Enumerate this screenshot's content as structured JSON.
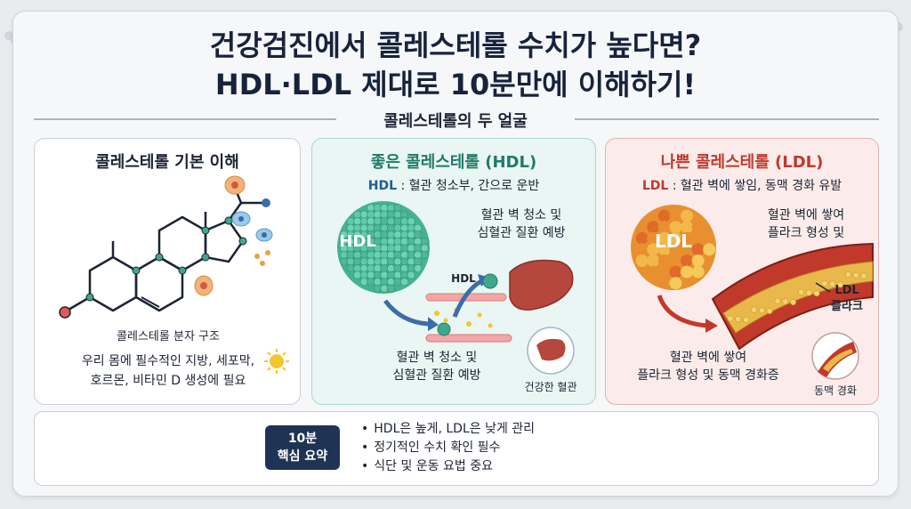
{
  "header": {
    "title_line1": "건강검진에서 콜레스테롤 수치가 높다면?",
    "title_line2": "HDL·LDL 제대로 10분만에 이해하기!",
    "subtitle": "콜레스테롤의 두 얼굴"
  },
  "cards": [
    {
      "title": "콜레스테롤 기본 이해",
      "caption": "콜레스테롤 분자 구조",
      "desc_line1": "우리 몸에 필수적인 지방, 세포막,",
      "desc_line2": "호르몬, 비타민 D 생성에 필요",
      "icons": [
        "cholesterol-molecule-icon",
        "cell-icon",
        "sun-icon"
      ]
    },
    {
      "title": "좋은 콜레스테롤 (HDL)",
      "sub_key": "HDL",
      "sub_text": ": 혈관 청소부, 간으로 운반",
      "particle_label": "HDL",
      "arrow_label": "HDL",
      "note_line1": "혈관 벽 청소 및",
      "note_line2": "심혈관 질환 예방",
      "bottom_line1": "혈관 벽 청소 및",
      "bottom_line2": "심혈관 질환 예방",
      "badge_label": "건강한 혈관",
      "colors": {
        "particle": "#3fa88b",
        "accent": "#1f7a68"
      }
    },
    {
      "title": "나쁜 콜레스테롤 (LDL)",
      "sub_key": "LDL",
      "sub_text": ": 혈관 벽에 쌓임, 동맥 경화 유발",
      "particle_label": "LDL",
      "note_line1": "혈관 벽에 쌓여",
      "note_line2": "플라크 형성 및",
      "plaque_label_line1": "LDL",
      "plaque_label_line2": "플라크",
      "bottom_line1": "혈관 벽에 쌓여",
      "bottom_line2": "플라크 형성 및 동맥 경화증",
      "badge_label": "동맥 경화",
      "colors": {
        "particle": "#e8a23a",
        "accent": "#c0392b"
      }
    }
  ],
  "summary": {
    "badge_line1": "10분",
    "badge_line2": "핵심 요약",
    "bullets": [
      "HDL은 높게, LDL은 낮게 관리",
      "정기적인 수치 확인 필수",
      "식단 및 운동 요법 중요"
    ]
  }
}
